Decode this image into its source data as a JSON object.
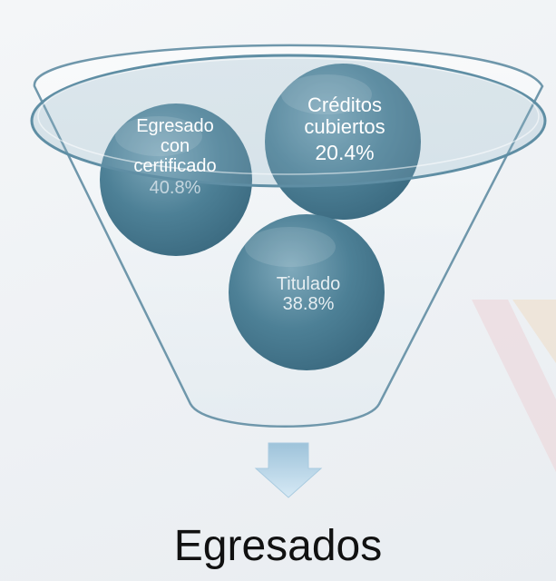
{
  "diagram": {
    "stages": [
      {
        "label_lines": [
          "Egresado",
          "con",
          "certificado"
        ],
        "value": "40.8%"
      },
      {
        "label_lines": [
          "Créditos",
          "cubiertos"
        ],
        "value": "20.4%"
      },
      {
        "label_lines": [
          "Titulado"
        ],
        "value": "38.8%"
      }
    ],
    "output_label": "Egresados"
  },
  "colors": {
    "circle": "#4d8096",
    "funnel_outline": "#6f97ab",
    "arrow": "#b7d6ea",
    "accent_stripe": "#e7c2c8"
  }
}
